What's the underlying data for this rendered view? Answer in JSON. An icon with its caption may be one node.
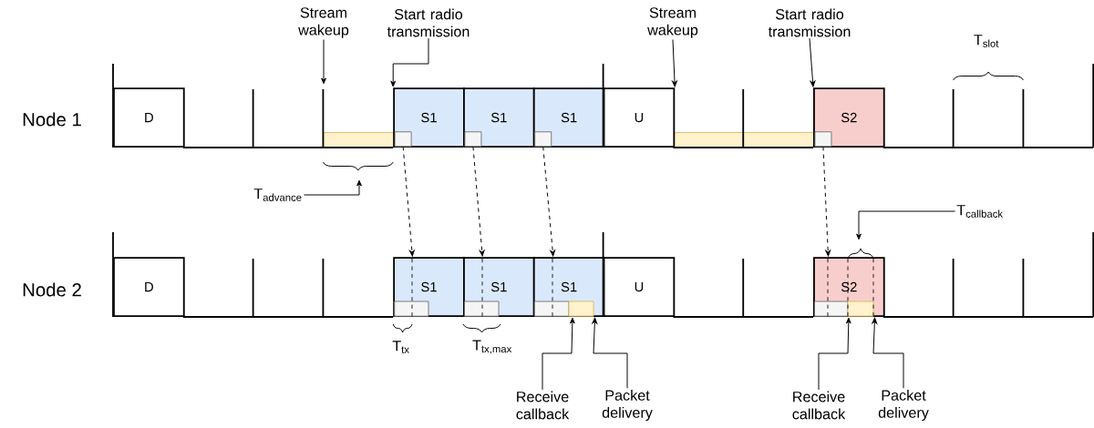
{
  "diagram": {
    "nodes": [
      {
        "text": [
          "Stream wakeup"
        ]
      },
      {
        "text": [
          "Start radio transmission"
        ]
      },
      {
        "text": [
          "Stream wakeup"
        ]
      },
      {
        "text": [
          "Start radio transmission"
        ]
      },
      {
        "text": [
          "D"
        ]
      },
      {
        "text": [
          "S1"
        ]
      },
      {
        "text": [
          "S1"
        ]
      },
      {
        "text": [
          "S1"
        ]
      },
      {
        "text": [
          "U"
        ]
      },
      {
        "text": [
          "S2"
        ]
      },
      {
        "text": [],
        "shape": "box",
        "in": 5
      },
      {
        "text": [],
        "shape": "box",
        "in": 6
      },
      {
        "text": [],
        "shape": "box",
        "in": 7
      },
      {
        "text": [],
        "shape": "box",
        "in": 9
      },
      {
        "text": [
          "T$_{advance}$"
        ]
      },
      {
        "text": [
          "T$_{callback}$"
        ]
      },
      {
        "text": [
          "D"
        ]
      },
      {
        "text": [
          "S1"
        ]
      },
      {
        "text": [
          "S1"
        ]
      },
      {
        "text": [
          "S1"
        ]
      },
      {
        "text": [
          "U"
        ]
      },
      {
        "text": [
          "S2"
        ]
      },
      {
        "text": [
          "Receive callback"
        ]
      },
      {
        "text": [
          "Packet delivery"
        ]
      },
      {
        "text": [
          "Receive callback"
        ]
      },
      {
        "text": [
          "Packet delivery"
        ]
      },
      {
        "text": [],
        "shape": "bar"
      },
      {
        "text": [],
        "shape": "bar"
      },
      {
        "text": [],
        "shape": "bar"
      }
    ],
    "edges": [
      {
        "from": 0,
        "to": null,
        "arrow": "to"
      },
      {
        "from": 1,
        "to": 5,
        "arrow": "to"
      },
      {
        "from": 2,
        "to": 8,
        "arrow": "to"
      },
      {
        "from": 3,
        "to": 9,
        "arrow": "to"
      },
      {
        "from": 14,
        "to": null,
        "arrow": "to"
      },
      {
        "from": 10,
        "to": 17,
        "arrow": "to",
        "style": "dashed"
      },
      {
        "from": 11,
        "to": 18,
        "arrow": "to",
        "style": "dashed"
      },
      {
        "from": 12,
        "to": 19,
        "arrow": "to",
        "style": "dashed"
      },
      {
        "from": 13,
        "to": 21,
        "arrow": "to",
        "style": "dashed"
      },
      {
        "from": 15,
        "to": null,
        "arrow": "to"
      },
      {
        "from": 22,
        "to": 19,
        "arrow": "to"
      },
      {
        "from": 23,
        "to": 19,
        "arrow": "to"
      },
      {
        "from": 24,
        "to": 21,
        "arrow": "to"
      },
      {
        "from": 25,
        "to": 21,
        "arrow": "to"
      }
    ],
    "labels": [
      "T$_{slot}$",
      "Node 1",
      "Node 2",
      "T$_{tx}$",
      "T$_{tx,max}$"
    ]
  }
}
